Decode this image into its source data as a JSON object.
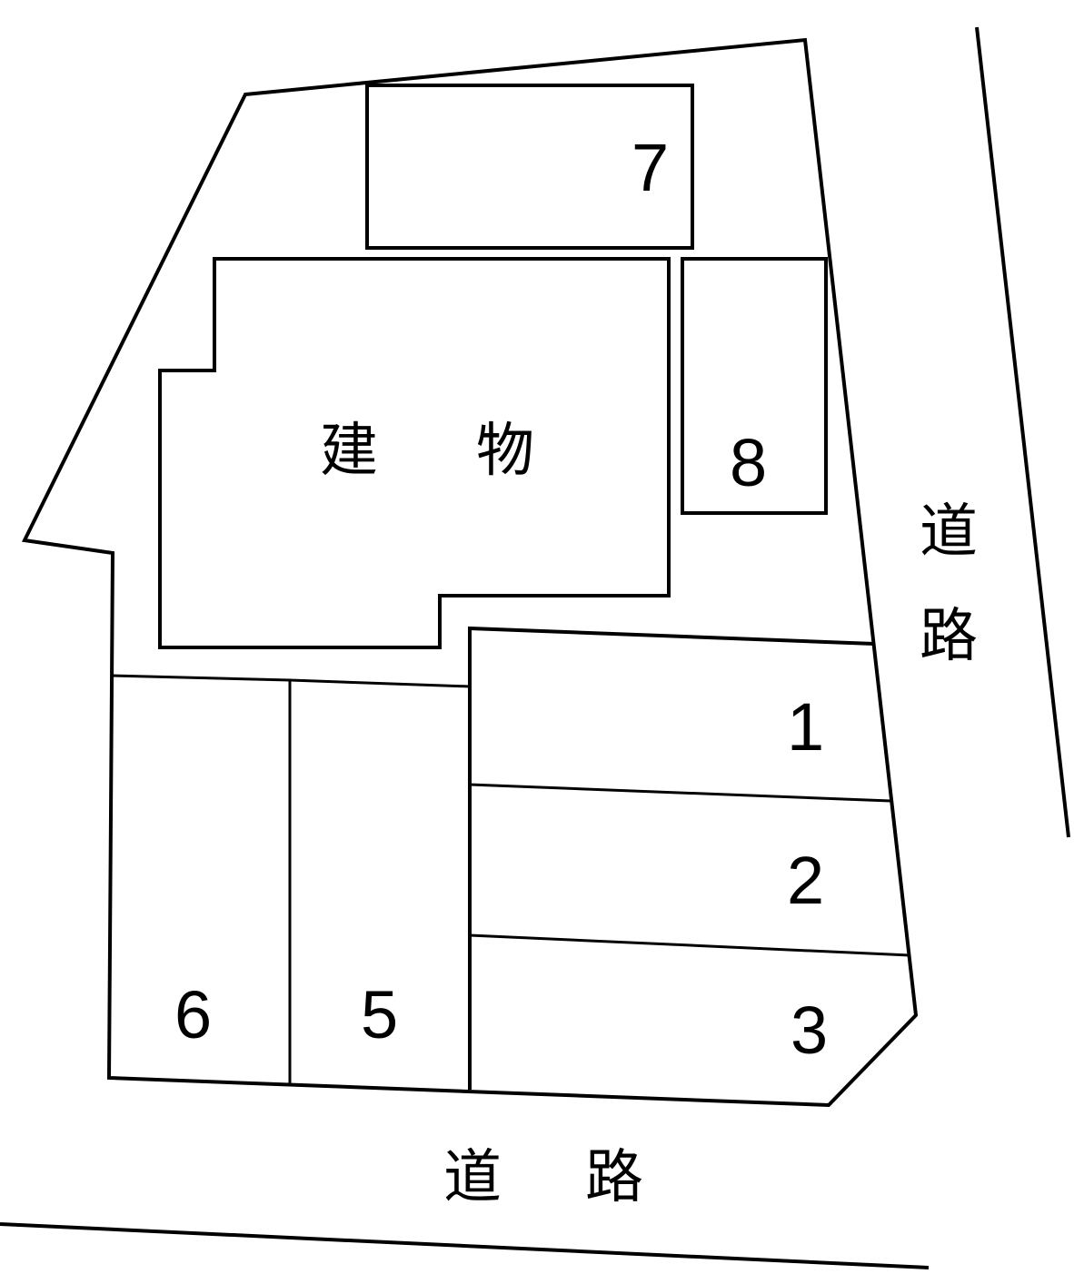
{
  "diagram": {
    "type": "site-plan",
    "building_label": "建　物",
    "road_right_label_1": "道",
    "road_right_label_2": "路",
    "road_bottom_label": "道　路",
    "stroke_color": "#000000",
    "background_color": "#ffffff",
    "spaces": [
      {
        "id": "1",
        "label": "1"
      },
      {
        "id": "2",
        "label": "2"
      },
      {
        "id": "3",
        "label": "3"
      },
      {
        "id": "5",
        "label": "5"
      },
      {
        "id": "6",
        "label": "6"
      },
      {
        "id": "7",
        "label": "7"
      },
      {
        "id": "8",
        "label": "8"
      }
    ]
  }
}
